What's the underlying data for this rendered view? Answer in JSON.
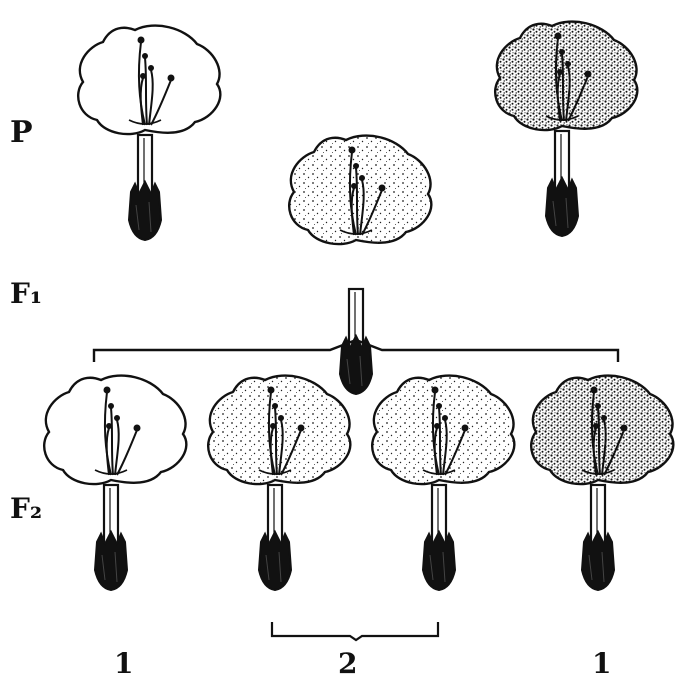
{
  "labels": {
    "parental": "P",
    "first_generation": "F₁",
    "second_generation": "F₂",
    "ratio_white": "1",
    "ratio_pink": "2",
    "ratio_red": "1"
  },
  "flowers": {
    "parent_white": {
      "shade": "white"
    },
    "parent_dark": {
      "shade": "dark"
    },
    "f1_pink": {
      "shade": "pink"
    },
    "f2_white": {
      "shade": "white"
    },
    "f2_pink_1": {
      "shade": "pink"
    },
    "f2_pink_2": {
      "shade": "pink"
    },
    "f2_dark": {
      "shade": "dark"
    }
  },
  "colors": {
    "ink": "#111111",
    "paper": "#ffffff"
  }
}
